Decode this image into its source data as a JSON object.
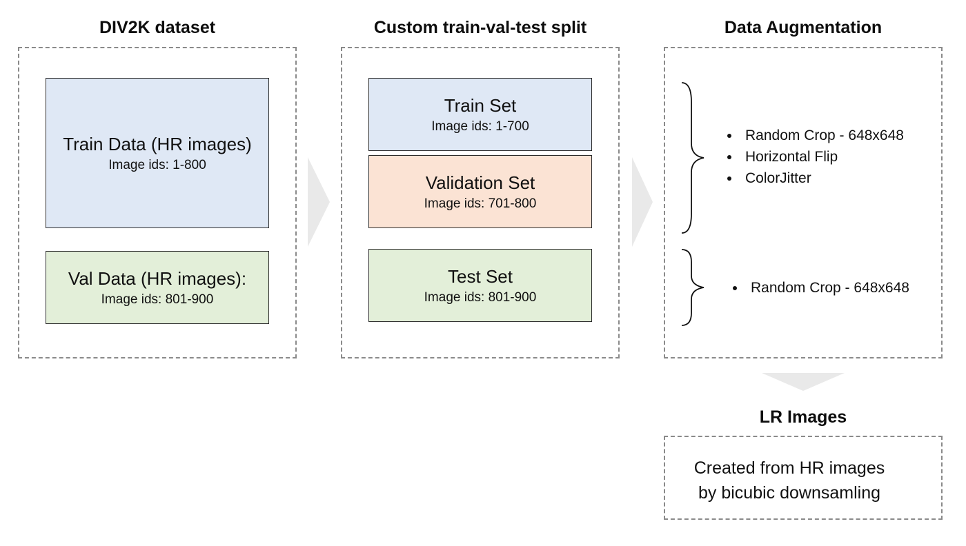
{
  "sections": {
    "dataset": {
      "title": "DIV2K dataset",
      "train": {
        "label": "Train Data (HR images)",
        "ids": "Image ids: 1-800"
      },
      "val": {
        "label": "Val Data (HR images):",
        "ids": "Image ids: 801-900"
      }
    },
    "split": {
      "title": "Custom train-val-test split",
      "train": {
        "label": "Train Set",
        "ids": "Image ids: 1-700"
      },
      "validation": {
        "label": "Validation Set",
        "ids": "Image ids: 701-800"
      },
      "test": {
        "label": "Test Set",
        "ids": "Image ids: 801-900"
      }
    },
    "augmentation": {
      "title": "Data Augmentation",
      "train_ops": [
        "Random Crop - 648x648",
        "Horizontal Flip",
        "ColorJitter"
      ],
      "test_ops": [
        "Random Crop - 648x648"
      ]
    },
    "lr": {
      "title": "LR Images",
      "line1": "Created from HR images",
      "line2": "by bicubic downsamling"
    }
  },
  "colors": {
    "train": "#dfe8f5",
    "validation": "#fbe3d4",
    "test": "#e3efd9",
    "arrow": "#e9e9e9",
    "frame": "#8a8a8a"
  }
}
